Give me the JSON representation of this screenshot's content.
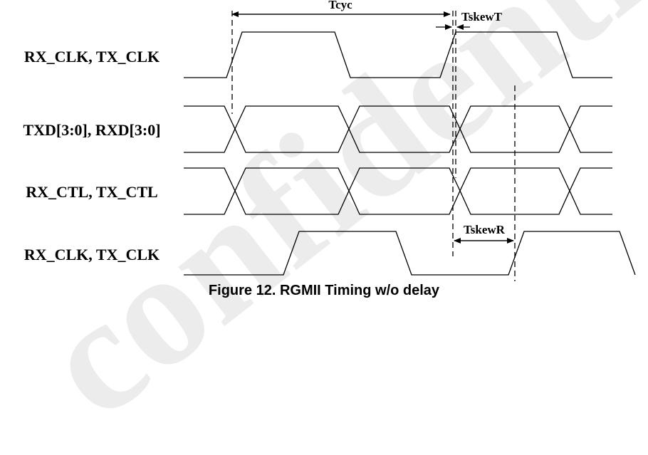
{
  "signals": [
    {
      "label": "RX_CLK, TX_CLK"
    },
    {
      "label": "TXD[3:0], RXD[3:0]"
    },
    {
      "label": "RX_CTL, TX_CTL"
    },
    {
      "label": "RX_CLK, TX_CLK"
    }
  ],
  "annotations": {
    "tcyc": "Tcyc",
    "tskew_t": "TskewT",
    "tskew_r": "TskewR"
  },
  "caption": "Figure 12. RGMII Timing w/o delay",
  "watermark": "confidential"
}
